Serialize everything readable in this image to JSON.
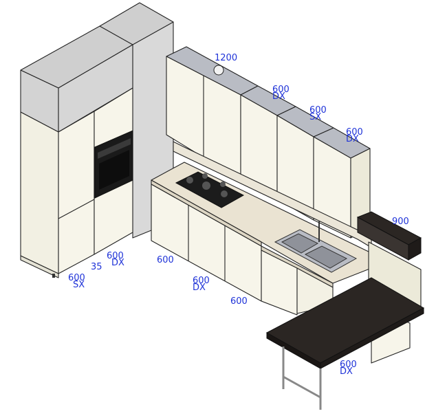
{
  "colors": {
    "cabinet_front": "#f7f5ea",
    "cabinet_side": "#ecead9",
    "top_cap": "#cfcfcf",
    "wall_panel": "#d9d9d9",
    "worktop": "#eae3d2",
    "steel": "#b9bcc4",
    "island_top": "#2b2623",
    "dimension_text": "#1e32d8",
    "outline": "#222222"
  },
  "labels": {
    "tall_left_width": "600",
    "tall_left_side": "SX",
    "gap": "35",
    "tall_oven_width": "600",
    "tall_oven_side": "DX",
    "wall_hood_width": "1200",
    "wall_1_width": "600",
    "wall_1_side": "DX",
    "wall_2_width": "600",
    "wall_2_side": "SX",
    "wall_3_width": "600",
    "wall_3_side": "DX",
    "shelf_width": "900",
    "base_1_width": "600",
    "base_2_width": "600",
    "base_2_side": "DX",
    "base_3_width": "600",
    "island_width": "600",
    "island_side": "DX"
  }
}
